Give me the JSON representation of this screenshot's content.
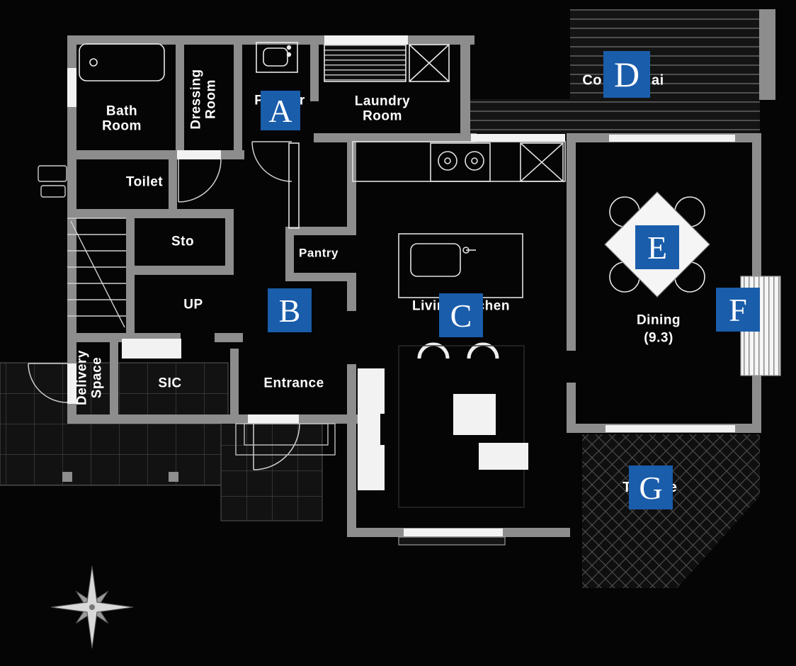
{
  "palette": {
    "marker_blue": "#1a5dab",
    "wall_gray": "#8d8d8d",
    "line_white": "#e8e8e8"
  },
  "markers": {
    "a": "A",
    "b": "B",
    "c": "C",
    "d": "D",
    "e": "E",
    "f": "F",
    "g": "G"
  },
  "labels": {
    "bath_line1": "Bath",
    "bath_line2": "Room",
    "dressing_line1": "Dressing",
    "dressing_line2": "Room",
    "powder": "Powder",
    "laundry_line1": "Laundry",
    "laundry_line2": "Room",
    "toilet": "Toilet",
    "storage": "Sto",
    "stairs_up": "UP",
    "pantry": "Pantry",
    "delivery_line1": "Delivery",
    "delivery_line2": "Space",
    "shoe_closet": "SIC",
    "entrance": "Entrance",
    "living_kitchen": "Living Kitchen",
    "dining_name": "Dining",
    "dining_area": "(9.3)",
    "deck_left": "Co",
    "deck_right": "ai",
    "terrace": "Terrace"
  }
}
